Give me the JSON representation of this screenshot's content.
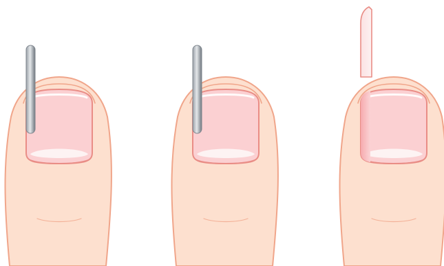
{
  "figure": {
    "panels": [
      {
        "id": "step-1",
        "has_probe": true,
        "nail_piece_removed": false
      },
      {
        "id": "step-2",
        "has_probe": true,
        "nail_piece_removed": false
      },
      {
        "id": "step-3",
        "has_probe": false,
        "nail_piece_removed": true
      }
    ]
  },
  "colors": {
    "skin": "#fde0cf",
    "skin_outline": "#f0a58a",
    "nail": "#fbd0d2",
    "nail_tip": "#fdf3f3",
    "nail_outline": "#e98d86",
    "probe_light": "#d6dade",
    "probe_dark": "#7f868e",
    "removed_strip": "#f7b2b5"
  }
}
